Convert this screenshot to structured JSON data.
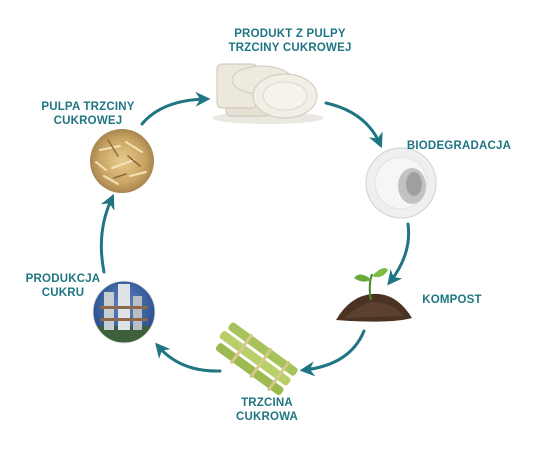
{
  "cycle": {
    "steps": [
      {
        "id": "product",
        "label_lines": [
          "PRODUKT Z PULPY",
          "TRZCINY CUKROWEJ"
        ],
        "icon": "plates-icon"
      },
      {
        "id": "biodegradation",
        "label_lines": [
          "BIODEGRADACJA"
        ],
        "icon": "degrading-plate-icon"
      },
      {
        "id": "compost",
        "label_lines": [
          "KOMPOST"
        ],
        "icon": "sprout-soil-icon"
      },
      {
        "id": "cane",
        "label_lines": [
          "TRZCINA",
          "CUKROWA"
        ],
        "icon": "sugarcane-icon"
      },
      {
        "id": "sugar",
        "label_lines": [
          "PRODUKCJA",
          "CUKRU"
        ],
        "icon": "sugar-factory-icon"
      },
      {
        "id": "pulp",
        "label_lines": [
          "PULPA TRZCINY",
          "CUKROWEJ"
        ],
        "icon": "bagasse-pulp-icon"
      }
    ]
  },
  "colors": {
    "label": "#1f7682",
    "arrow": "#1f7682"
  }
}
